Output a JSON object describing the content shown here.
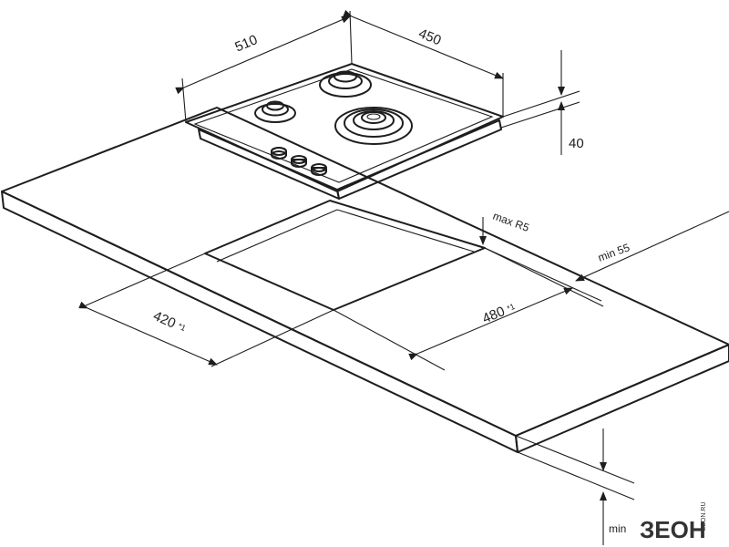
{
  "dimensions": {
    "hob_depth": "510",
    "hob_width": "450",
    "hob_height": "40",
    "corner_radius": "max R5",
    "cutout_depth": "420",
    "cutout_depth_note": "*1",
    "cutout_width": "480",
    "cutout_width_note": "*1",
    "min_back_distance": "min 55",
    "min_bottom": "min"
  },
  "logo": {
    "text": "ЗЕОН",
    "tagline": "ZEON.RU"
  }
}
